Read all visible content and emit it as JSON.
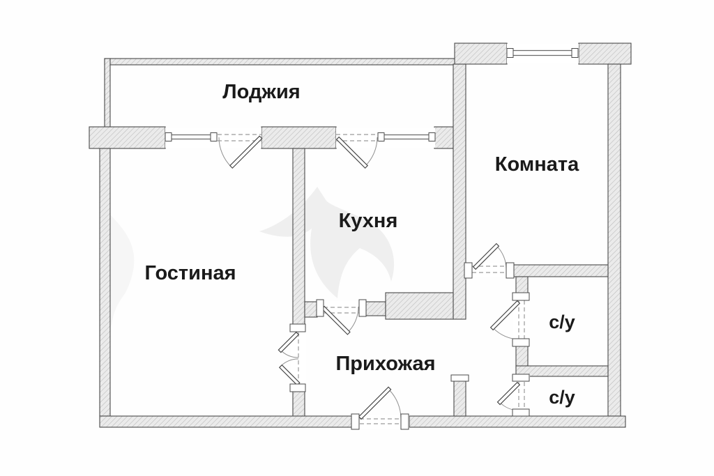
{
  "plan": {
    "type": "apartment-floor-plan",
    "rooms": [
      {
        "name": "loggia",
        "label": "Лоджия"
      },
      {
        "name": "room",
        "label": "Комната"
      },
      {
        "name": "kitchen",
        "label": "Кухня"
      },
      {
        "name": "living-room",
        "label": "Гостиная"
      },
      {
        "name": "hallway",
        "label": "Прихожая"
      },
      {
        "name": "bathroom-upper",
        "label": "с/у"
      },
      {
        "name": "bathroom-lower",
        "label": "с/у"
      }
    ],
    "colors": {
      "background": "#ffffff",
      "wall_fill": "#ebebeb",
      "wall_hatch": "#bcbcbc",
      "wall_outline": "#4a4a4a",
      "opening_dash": "#9a9a9a",
      "door_arc": "#8f8f8f",
      "label_text": "#1a1a1a"
    }
  }
}
